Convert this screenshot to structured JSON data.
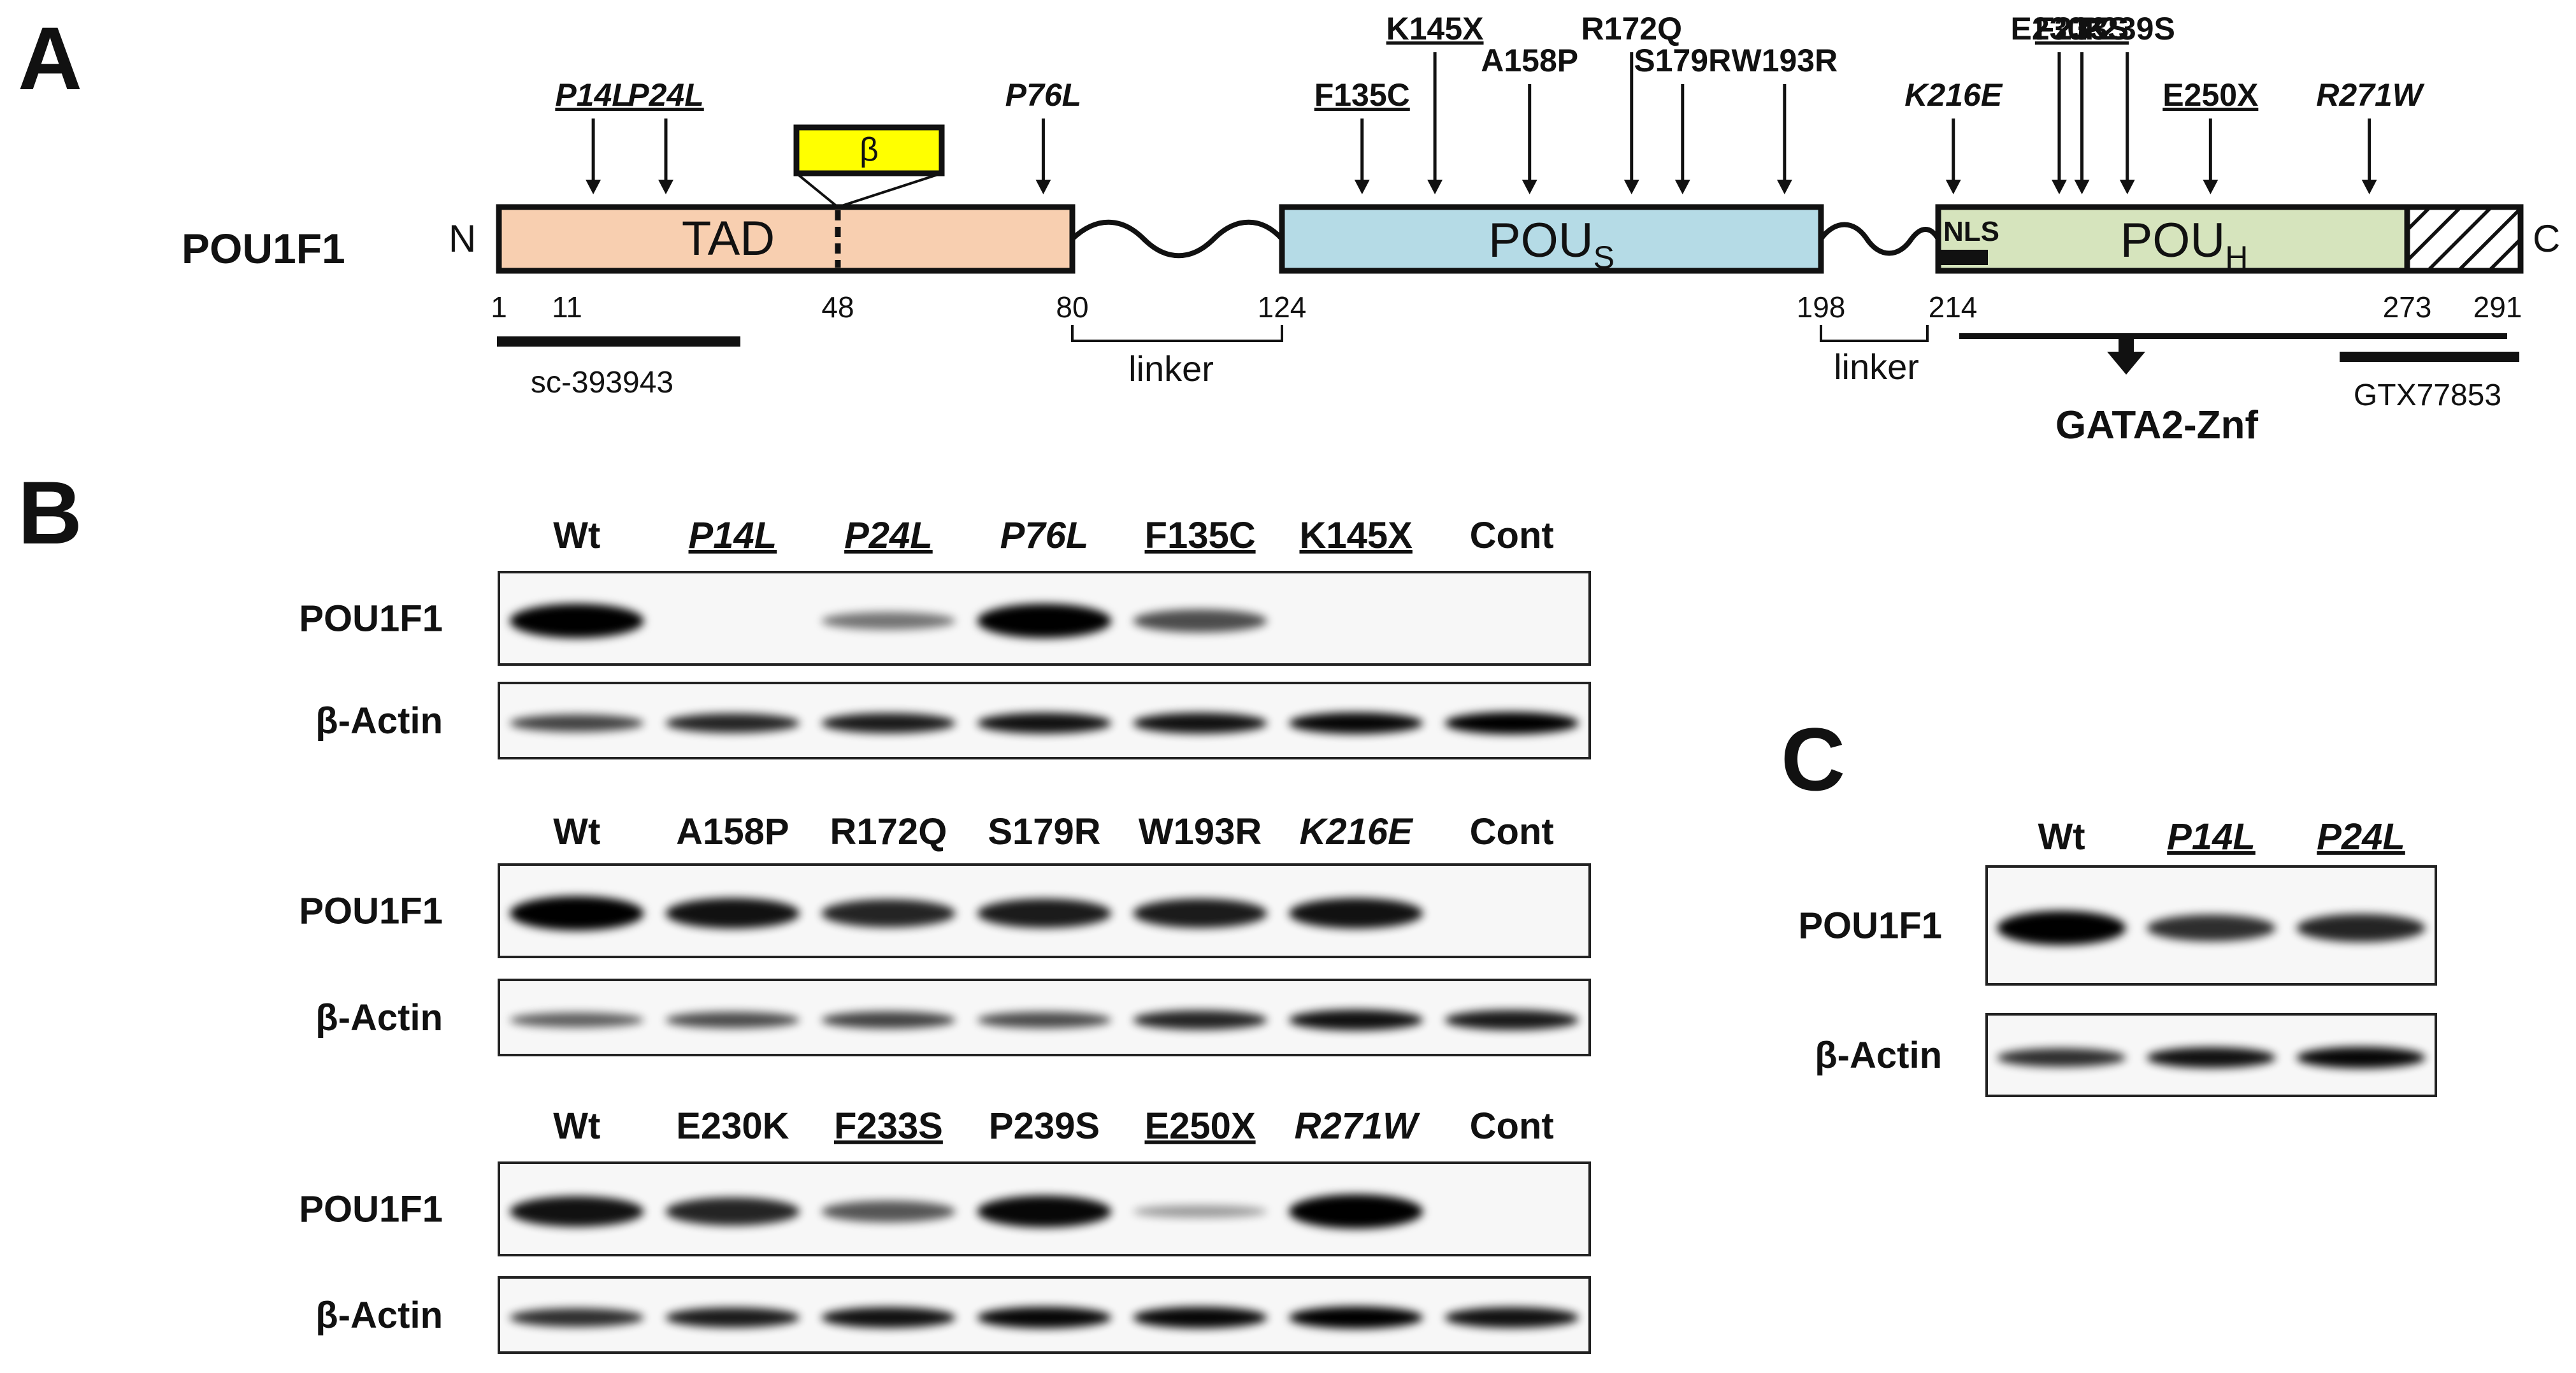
{
  "panel_a": {
    "letter": "A",
    "protein_name": "POU1F1",
    "n_term": "N",
    "c_term": "C",
    "domains": {
      "tad": "TAD",
      "pous_main": "POU",
      "pous_sub": "S",
      "pouh_main": "POU",
      "pouh_sub": "H",
      "beta": "β",
      "nls": "NLS"
    },
    "linker_label": "linker",
    "gata_label": "GATA2-Znf",
    "antibodies": [
      "sc-393943",
      "GTX77853"
    ],
    "positions": [
      "1",
      "11",
      "48",
      "80",
      "124",
      "198",
      "214",
      "273",
      "291"
    ],
    "mutations": [
      {
        "label": "P14L",
        "style": "ui",
        "pos": 14
      },
      {
        "label": "P24L",
        "style": "ui",
        "pos": 24
      },
      {
        "label": "P76L",
        "style": "i",
        "pos": 76
      },
      {
        "label": "F135C",
        "style": "u",
        "pos": 135
      },
      {
        "label": "K145X",
        "style": "u",
        "pos": 145
      },
      {
        "label": "A158P",
        "style": "n",
        "pos": 158
      },
      {
        "label": "R172Q",
        "style": "n",
        "pos": 172
      },
      {
        "label": "S179R",
        "style": "n",
        "pos": 179
      },
      {
        "label": "W193R",
        "style": "n",
        "pos": 193
      },
      {
        "label": "K216E",
        "style": "i",
        "pos": 216
      },
      {
        "label": "E230K",
        "style": "n",
        "pos": 230
      },
      {
        "label": "F233S",
        "style": "u",
        "pos": 233
      },
      {
        "label": "P239S",
        "style": "n",
        "pos": 239
      },
      {
        "label": "E250X",
        "style": "u",
        "pos": 250
      },
      {
        "label": "R271W",
        "style": "i",
        "pos": 271
      }
    ]
  },
  "panel_b": {
    "letter": "B",
    "row_labels": [
      "POU1F1",
      "β-Actin"
    ],
    "blots": [
      {
        "lanes": [
          {
            "label": "Wt",
            "style": "n"
          },
          {
            "label": "P14L",
            "style": "ui"
          },
          {
            "label": "P24L",
            "style": "ui"
          },
          {
            "label": "P76L",
            "style": "i"
          },
          {
            "label": "F135C",
            "style": "u"
          },
          {
            "label": "K145X",
            "style": "u"
          },
          {
            "label": "Cont",
            "style": "n"
          }
        ],
        "pou1f1_intensity": [
          1.0,
          0,
          0.35,
          1.0,
          0.55,
          0,
          0
        ],
        "actin_intensity": [
          0.6,
          0.75,
          0.8,
          0.85,
          0.85,
          0.9,
          0.95
        ]
      },
      {
        "lanes": [
          {
            "label": "Wt",
            "style": "n"
          },
          {
            "label": "A158P",
            "style": "n"
          },
          {
            "label": "R172Q",
            "style": "n"
          },
          {
            "label": "S179R",
            "style": "n"
          },
          {
            "label": "W193R",
            "style": "n"
          },
          {
            "label": "K216E",
            "style": "i"
          },
          {
            "label": "Cont",
            "style": "n"
          }
        ],
        "pou1f1_intensity": [
          1.0,
          0.85,
          0.75,
          0.8,
          0.8,
          0.85,
          0
        ],
        "actin_intensity": [
          0.45,
          0.55,
          0.6,
          0.55,
          0.75,
          0.85,
          0.8
        ]
      },
      {
        "lanes": [
          {
            "label": "Wt",
            "style": "n"
          },
          {
            "label": "E230K",
            "style": "n"
          },
          {
            "label": "F233S",
            "style": "u"
          },
          {
            "label": "P239S",
            "style": "n"
          },
          {
            "label": "E250X",
            "style": "u"
          },
          {
            "label": "R271W",
            "style": "i"
          },
          {
            "label": "Cont",
            "style": "n"
          }
        ],
        "pou1f1_intensity": [
          0.85,
          0.75,
          0.5,
          0.9,
          0.15,
          1.0,
          0
        ],
        "actin_intensity": [
          0.7,
          0.8,
          0.85,
          0.9,
          0.9,
          0.95,
          0.85
        ]
      }
    ]
  },
  "panel_c": {
    "letter": "C",
    "row_labels": [
      "POU1F1",
      "β-Actin"
    ],
    "lanes": [
      {
        "label": "Wt",
        "style": "n"
      },
      {
        "label": "P14L",
        "style": "ui"
      },
      {
        "label": "P24L",
        "style": "ui"
      }
    ],
    "pou1f1_intensity": [
      1.0,
      0.7,
      0.75
    ],
    "actin_intensity": [
      0.7,
      0.85,
      0.9
    ]
  }
}
